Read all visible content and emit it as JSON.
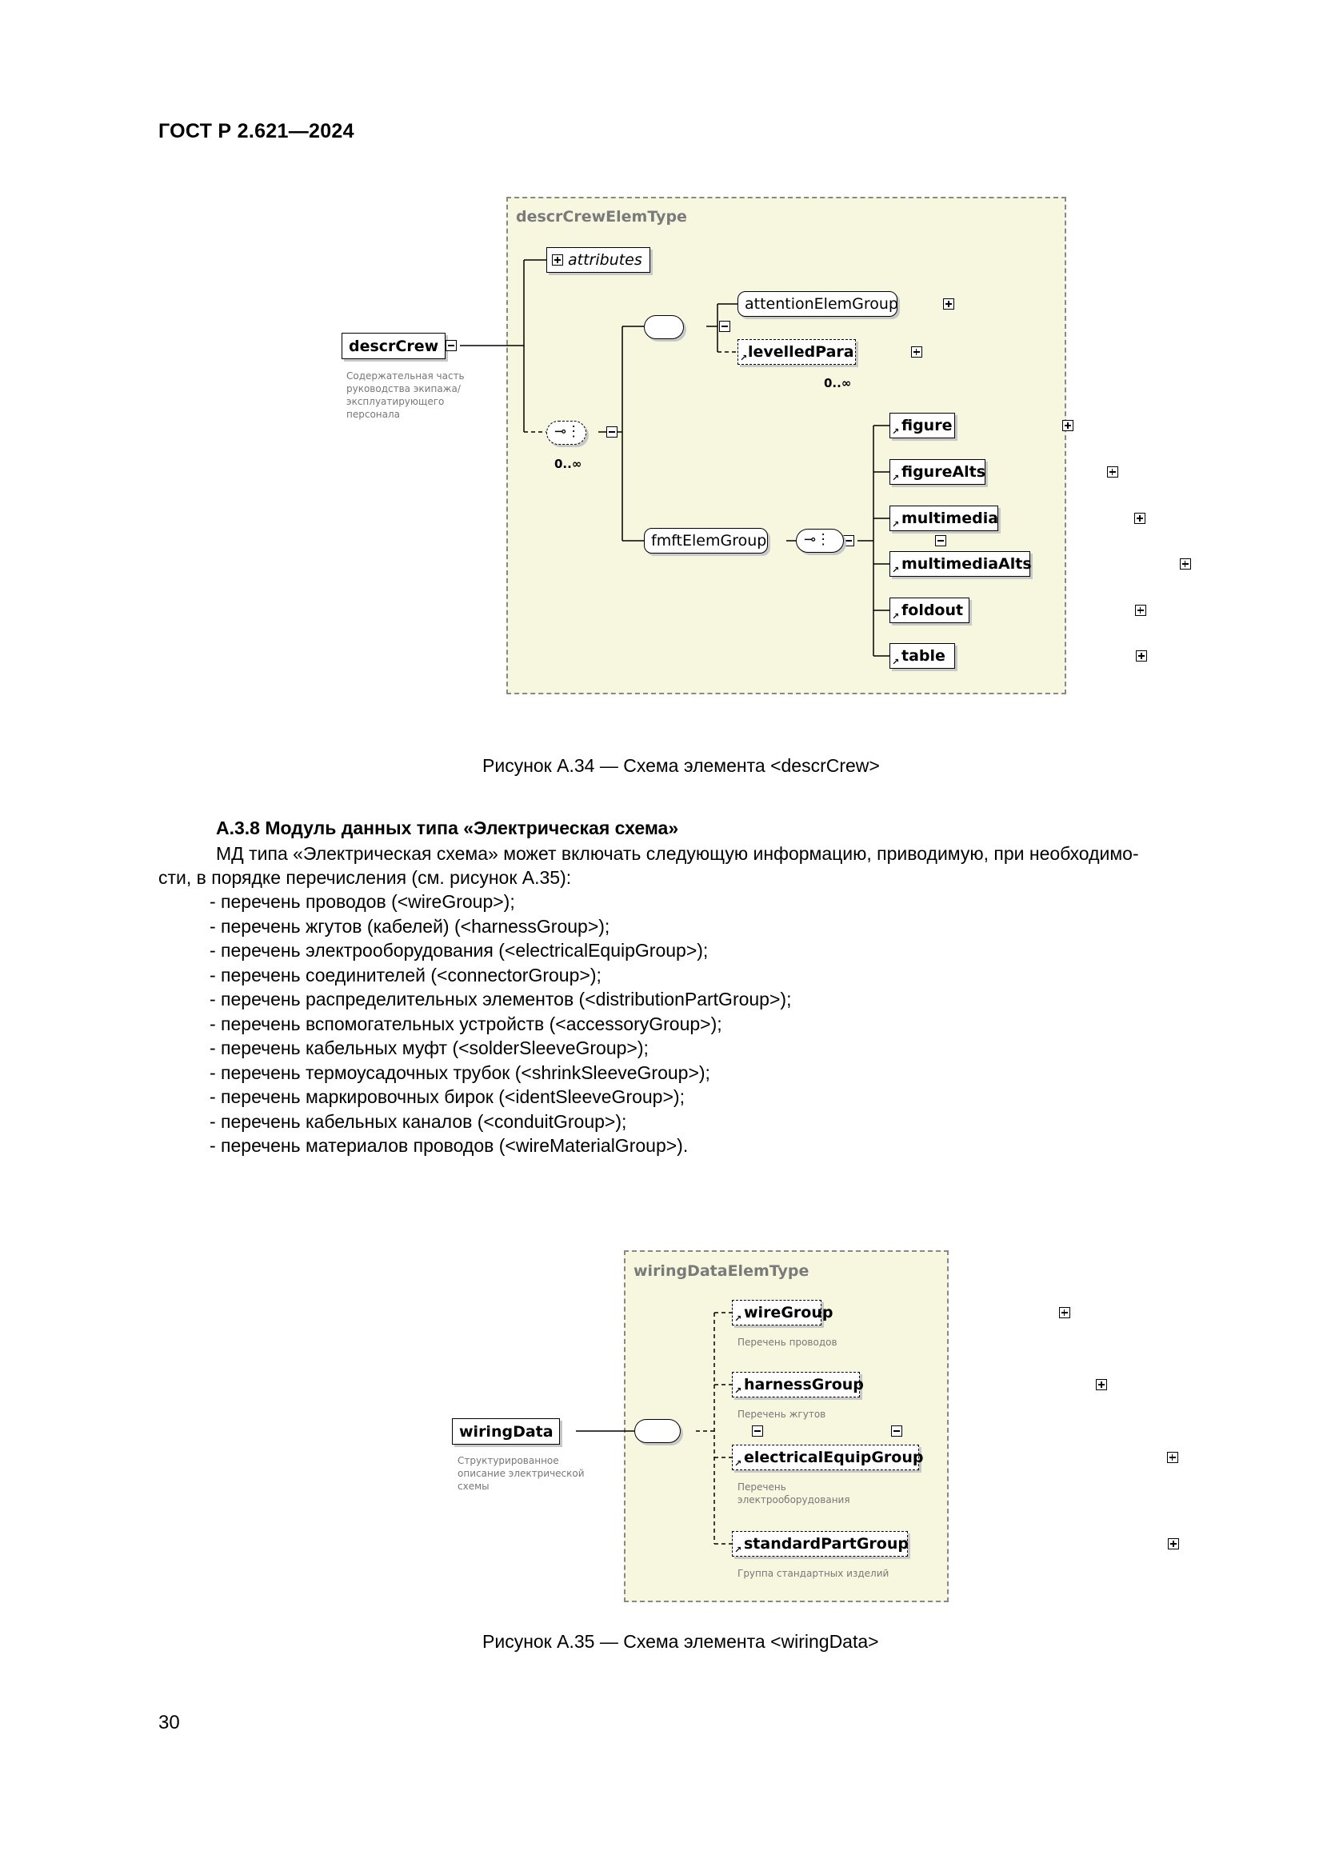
{
  "page_header": "ГОСТ Р 2.621—2024",
  "figure1": {
    "frame_title": "descrCrewElemType",
    "root_element": "descrCrew",
    "root_description": [
      "Содержательная часть",
      "руководства экипажа/",
      "эксплуатирующего",
      "персонала"
    ],
    "attributes_label": "attributes",
    "choice_cardinality": "0..∞",
    "attention_group": "attentionElemGroup",
    "levelled_para": "levelledPara",
    "levelled_cardinality": "0..∞",
    "fmft_group": "fmftElemGroup",
    "fmft_children": [
      "figure",
      "figureAlts",
      "multimedia",
      "multimediaAlts",
      "foldout",
      "table"
    ],
    "caption": "Рисунок А.34 — Схема элемента <descrCrew>"
  },
  "section": {
    "heading": "А.3.8  Модуль данных типа «Электрическая схема»",
    "para_line1": "МД типа «Электрическая схема» может включать следующую информацию, приводимую, при необходимо-",
    "para_line2": "сти, в порядке перечисления (см. рисунок А.35):",
    "items": [
      "-  перечень проводов (<wireGroup>);",
      "-  перечень жгутов (кабелей) (<harnessGroup>);",
      "-  перечень электрооборудования (<electricalEquipGroup>);",
      "-  перечень соединителей (<connectorGroup>);",
      "-  перечень распределительных элементов (<distributionPartGroup>);",
      "-  перечень вспомогательных устройств (<accessoryGroup>);",
      "-  перечень кабельных муфт (<solderSleeveGroup>);",
      "-  перечень термоусадочных трубок (<shrinkSleeveGroup>);",
      "-  перечень маркировочных бирок (<identSleeveGroup>);",
      "-  перечень кабельных каналов (<conduitGroup>);",
      "-  перечень материалов проводов (<wireMaterialGroup>)."
    ]
  },
  "figure2": {
    "frame_title": "wiringDataElemType",
    "root_element": "wiringData",
    "root_description": [
      "Структурированное",
      "описание электрической",
      "схемы"
    ],
    "children": [
      {
        "name": "wireGroup",
        "desc": [
          "Перечень проводов"
        ]
      },
      {
        "name": "harnessGroup",
        "desc": [
          "Перечень жгутов"
        ]
      },
      {
        "name": "electricalEquipGroup",
        "desc": [
          "Перечень",
          "электрооборудования"
        ]
      },
      {
        "name": "standardPartGroup",
        "desc": [
          "Группа стандартных изделий"
        ]
      }
    ],
    "caption": "Рисунок А.35 — Схема элемента <wiringData>"
  },
  "page_number": "30"
}
